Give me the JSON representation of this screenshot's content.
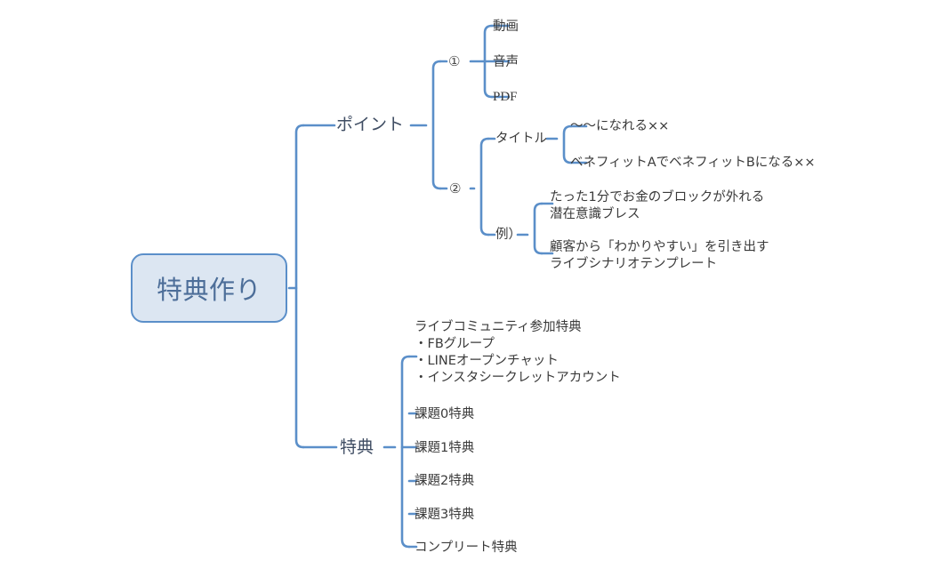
{
  "document": {
    "type": "mind-map",
    "background_color": "#ffffff",
    "connector_color": "#5b8fc9",
    "root_fill_color": "#dce6f2",
    "root_border_color": "#5b8fc9",
    "root_text_color": "#4d6e99",
    "text_color": "#3a3a3a"
  },
  "root": {
    "label": "特典作り"
  },
  "branches": [
    {
      "label": "ポイント",
      "children": [
        {
          "marker": "①",
          "children": [
            {
              "label": "動画"
            },
            {
              "label": "音声"
            },
            {
              "label": "PDF"
            }
          ]
        },
        {
          "marker": "②",
          "children": [
            {
              "label": "タイトル",
              "children": [
                {
                  "label": "〜〜になれる××"
                },
                {
                  "label": "ベネフィットAでベネフィットBになる××"
                }
              ]
            },
            {
              "label": "例）",
              "children": [
                {
                  "line1": "たった1分でお金のブロックが外れる",
                  "line2": "潜在意識ブレス"
                },
                {
                  "line1": "顧客から「わかりやすい」を引き出す",
                  "line2": "ライブシナリオテンプレート"
                }
              ]
            }
          ]
        }
      ]
    },
    {
      "label": "特典",
      "children": [
        {
          "line1": "ライブコミュニティ参加特典",
          "line2": "・FBグループ",
          "line3": "・LINEオープンチャット",
          "line4": "・インスタシークレットアカウント"
        },
        {
          "label": "課題0特典"
        },
        {
          "label": "課題1特典"
        },
        {
          "label": "課題2特典"
        },
        {
          "label": "課題3特典"
        },
        {
          "label": "コンプリート特典"
        }
      ]
    }
  ]
}
